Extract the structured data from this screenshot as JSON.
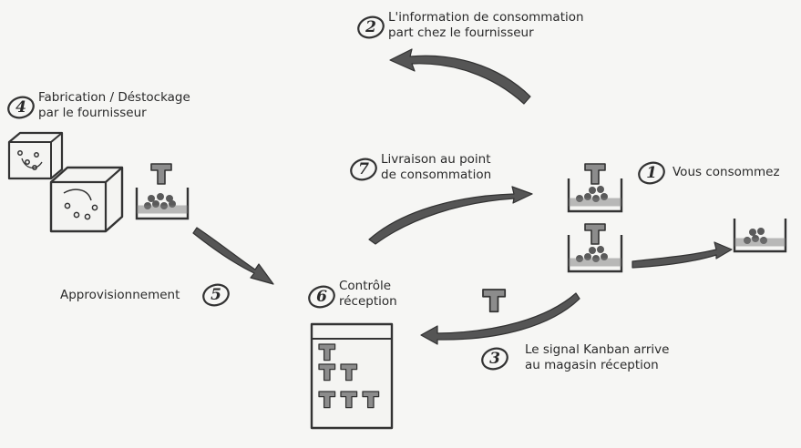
{
  "steps": [
    {
      "number": "1",
      "lines": [
        "Vous consommez"
      ]
    },
    {
      "number": "2",
      "lines": [
        "L'information de consommation",
        "part chez le fournisseur"
      ]
    },
    {
      "number": "3",
      "lines": [
        "Le signal Kanban arrive",
        "au magasin réception"
      ]
    },
    {
      "number": "4",
      "lines": [
        "Fabrication / Déstockage",
        "par le fournisseur"
      ]
    },
    {
      "number": "5",
      "lines": [
        "Approvisionnement"
      ]
    },
    {
      "number": "6",
      "lines": [
        "Contrôle",
        "réception"
      ]
    },
    {
      "number": "7",
      "lines": [
        "Livraison au point",
        "de consommation"
      ]
    }
  ],
  "colors": {
    "arrow": "#555555",
    "kanban_card": "#8c8c8c",
    "bin": "#7a7a7a",
    "parts": "#5a5a5a",
    "outline": "#333333"
  }
}
